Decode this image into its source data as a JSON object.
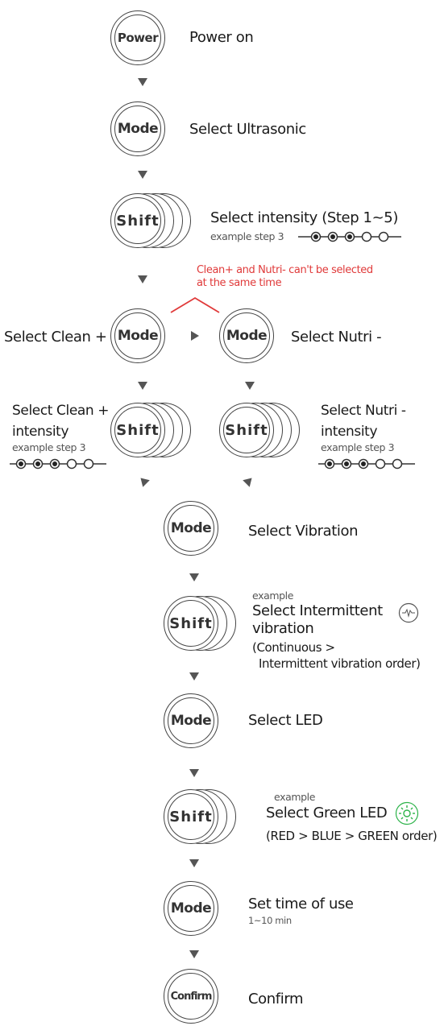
{
  "steps": {
    "power": {
      "button": "Power",
      "label": "Power on"
    },
    "mode_ultra": {
      "button": "Mode",
      "label": "Select Ultrasonic"
    },
    "shift_intensity": {
      "button": "Shift",
      "label": "Select intensity (Step 1~5)",
      "example": "example step 3"
    },
    "note": {
      "line1": "Clean+ and Nutri- can't be selected",
      "line2": "at the same time"
    },
    "clean": {
      "button": "Mode",
      "label": "Select Clean +"
    },
    "nutri": {
      "button": "Mode",
      "label": "Select Nutri -"
    },
    "clean_shift": {
      "button": "Shift",
      "label1": "Select Clean +",
      "label2": "intensity",
      "example": "example step 3"
    },
    "nutri_shift": {
      "button": "Shift",
      "label1": "Select Nutri -",
      "label2": "intensity",
      "example": "example step 3"
    },
    "vibration": {
      "button": "Mode",
      "label": "Select Vibration"
    },
    "vib_shift": {
      "button": "Shift",
      "example": "example",
      "label1": "Select Intermittent",
      "label2": "vibration",
      "label3": "(Continuous >",
      "label4": "Intermittent vibration order)"
    },
    "led": {
      "button": "Mode",
      "label": "Select LED"
    },
    "led_shift": {
      "button": "Shift",
      "example": "example",
      "label1": "Select Green LED",
      "label2": "(RED > BLUE > GREEN order)"
    },
    "time": {
      "button": "Mode",
      "label": "Set time of use",
      "sub": "1~10 min"
    },
    "confirm": {
      "button": "Confirm",
      "label": "Confirm"
    }
  },
  "colors": {
    "note": "#e03a3a",
    "led_green": "#2db34a",
    "stroke": "#444444"
  },
  "intensity_dots": {
    "filled": 3,
    "total": 5
  }
}
